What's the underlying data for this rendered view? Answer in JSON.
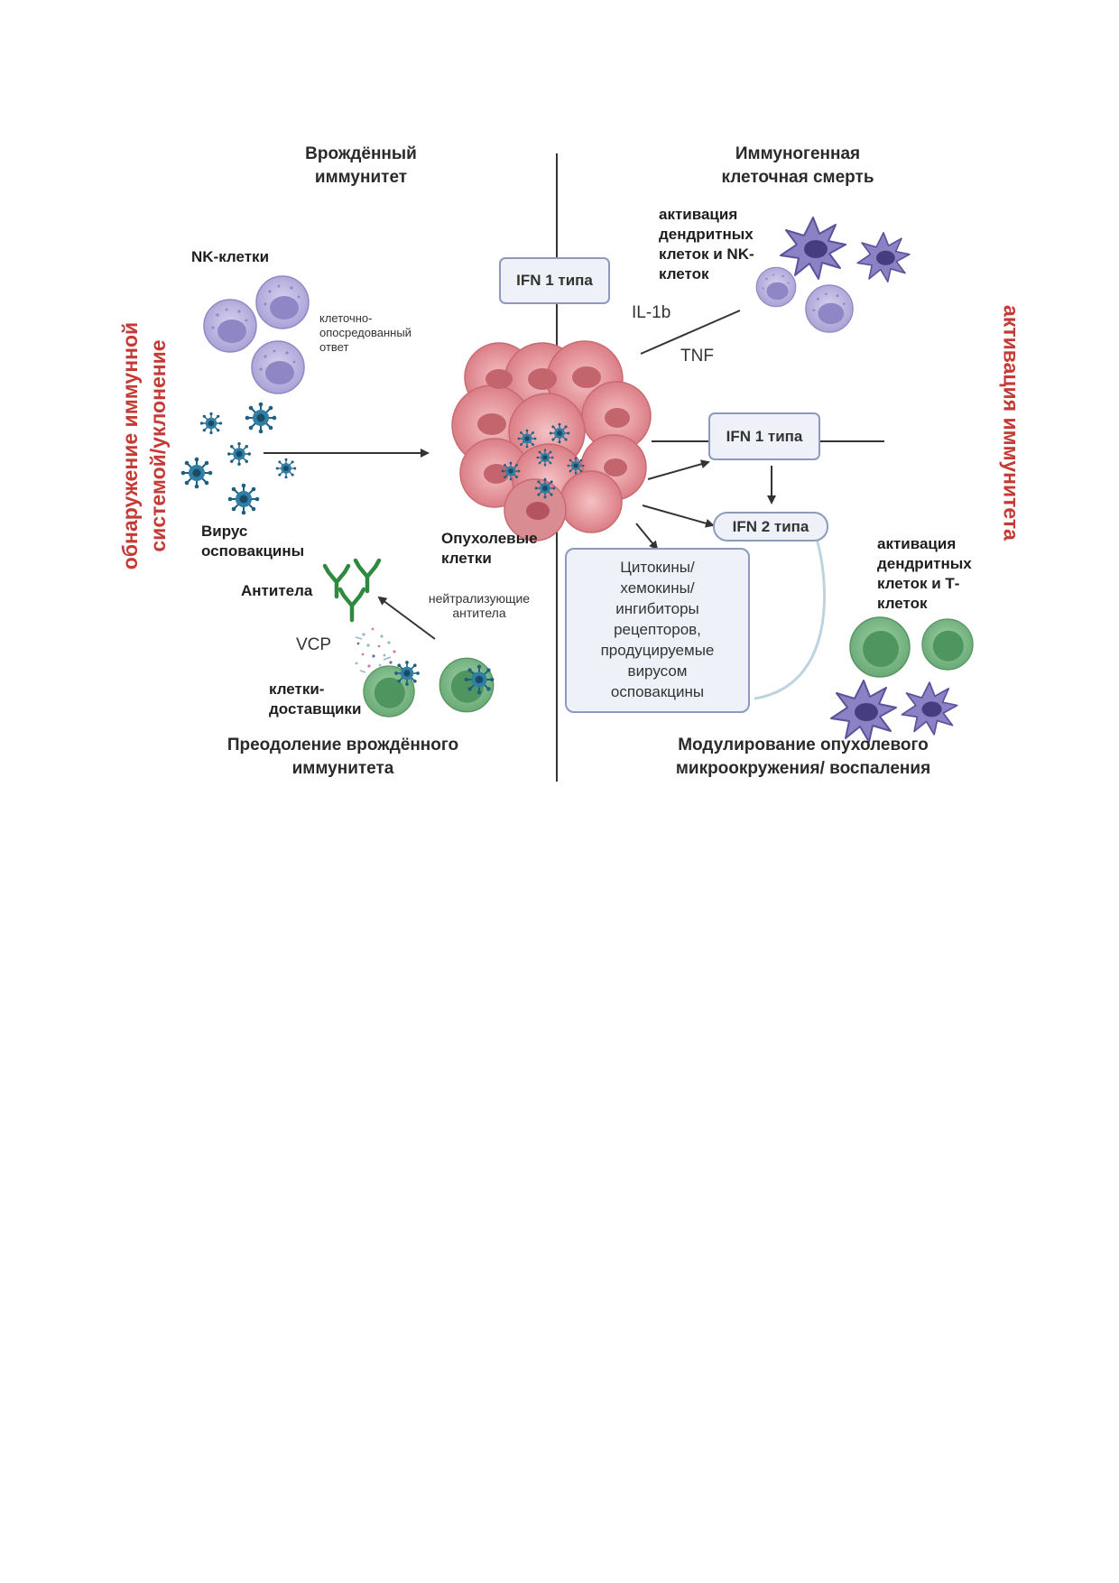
{
  "headings": {
    "innate_immunity": "Врождённый\nиммунитет",
    "immunogenic_death": "Иммуногенная\nклеточная смерть",
    "overcoming_innate": "Преодоление врождённого\nиммунитета",
    "modulating_tme": "Модулирование опухолевого\nмикроокружения/ воспаления"
  },
  "side_labels": {
    "left_line1": "обнаружение иммунной",
    "left_line2": "системой/уклонение",
    "right": "активация иммунитета"
  },
  "labels": {
    "nk_cells": "NK-клетки",
    "cell_mediated": "клеточно-\nопосредованный\nответ",
    "virus": "Вирус\nосповакцины",
    "antibodies": "Антитела",
    "neutralizing": "нейтрализующие\nантитела",
    "vcp": "VCP",
    "carrier_cells": "клетки-\nдоставщики",
    "tumor_cells": "Опухолевые\nклетки",
    "dc_nk_activation": "активация\nдендритных\nклеток и NK-\nклеток",
    "il1b": "IL-1b",
    "tnf": "TNF",
    "dc_t_activation": "активация\nдендритных\nклеток и Т-\nклеток"
  },
  "boxes": {
    "ifn1_top": "IFN 1 типа",
    "ifn1_right": "IFN 1 типа",
    "ifn2": "IFN 2 типа",
    "cytokines": "Цитокины/\nхемокины/\nингибиторы\nрецепторов,\nпродуцируемые\nвирусом\nосповакцины"
  },
  "colors": {
    "accent_red": "#c53a34",
    "box_fill": "#eef2f8",
    "box_border": "#8c9bbd",
    "nk_cell": "#b6b0dd",
    "dendritic_cell": "#6a62ac",
    "t_cell": "#7ab985",
    "virus": "#1f5f7f",
    "antibody": "#2d8a3e",
    "tumor": "#e59aa0"
  },
  "icons": [
    "nk-cell-icon",
    "virus-icon",
    "tumor-cluster-icon",
    "dendritic-cell-icon",
    "t-cell-icon",
    "antibody-icon",
    "vcp-particles-icon",
    "carrier-cell-icon"
  ]
}
